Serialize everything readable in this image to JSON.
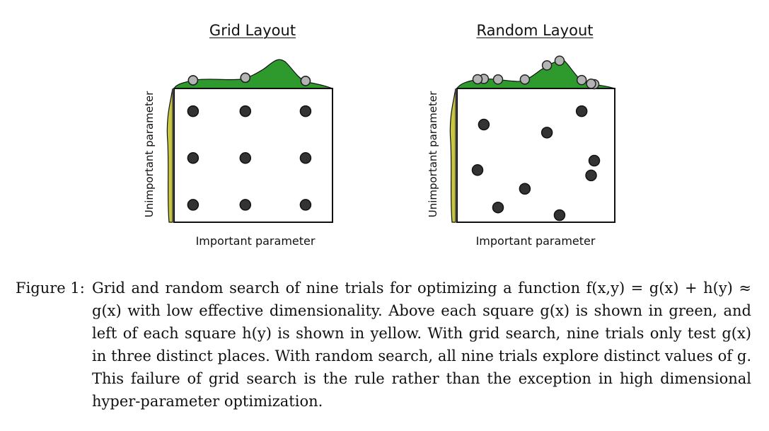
{
  "panels": [
    {
      "title": "Grid Layout",
      "xlabel": "Important parameter",
      "ylabel": "Unimportant parameter",
      "points": [
        [
          0.12,
          0.17
        ],
        [
          0.45,
          0.17
        ],
        [
          0.83,
          0.17
        ],
        [
          0.12,
          0.52
        ],
        [
          0.45,
          0.52
        ],
        [
          0.83,
          0.52
        ],
        [
          0.12,
          0.87
        ],
        [
          0.45,
          0.87
        ],
        [
          0.83,
          0.87
        ]
      ]
    },
    {
      "title": "Random Layout",
      "xlabel": "Important parameter",
      "ylabel": "Unimportant parameter",
      "points": [
        [
          0.79,
          0.17
        ],
        [
          0.17,
          0.27
        ],
        [
          0.57,
          0.33
        ],
        [
          0.87,
          0.54
        ],
        [
          0.13,
          0.61
        ],
        [
          0.85,
          0.65
        ],
        [
          0.43,
          0.75
        ],
        [
          0.26,
          0.89
        ],
        [
          0.65,
          1.0
        ]
      ]
    }
  ],
  "colors": {
    "green": "#2e9a2e",
    "yellow": "#c8c840",
    "dot": "#333333",
    "marker": "#b4b4b4"
  },
  "caption": {
    "label": "Figure 1:",
    "text": "Grid and random search of nine trials for optimizing a function f(x,y) = g(x) + h(y) ≈ g(x) with low effective dimensionality. Above each square g(x) is shown in green, and left of each square h(y) is shown in yellow. With grid search, nine trials only test g(x) in three distinct places. With random search, all nine trials explore distinct values of g. This failure of grid search is the rule rather than the exception in high dimensional hyper-parameter optimization."
  }
}
